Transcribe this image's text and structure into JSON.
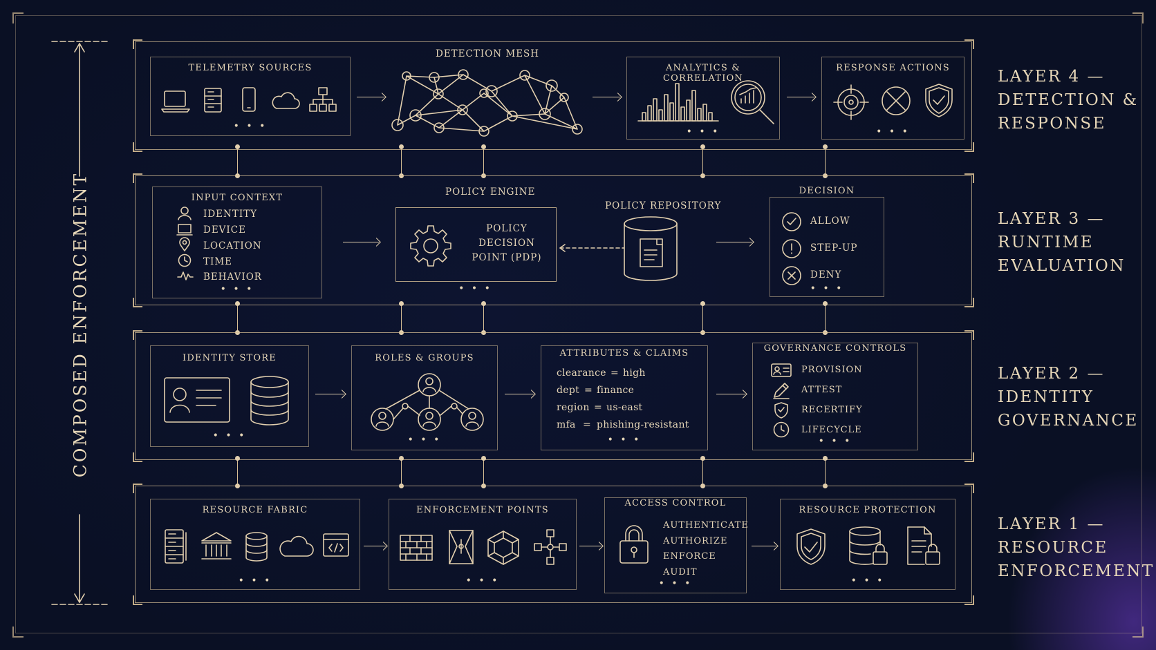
{
  "side_title": "COMPOSED ENFORCEMENT",
  "layers": [
    {
      "label_lines": [
        "LAYER 4 —",
        "DETECTION &",
        "RESPONSE"
      ],
      "boxes": {
        "telemetry": {
          "title": "TELEMETRY SOURCES",
          "icons": [
            "laptop-icon",
            "server-icon",
            "mobile-icon",
            "cloud-icon",
            "network-icon"
          ]
        },
        "mesh": {
          "title": "DETECTION MESH"
        },
        "analytics": {
          "title": "ANALYTICS & CORRELATION",
          "icons": [
            "bar-chart-icon",
            "magnifier-chart-icon"
          ]
        },
        "response": {
          "title": "RESPONSE ACTIONS",
          "icons": [
            "crosshair-icon",
            "block-icon",
            "shield-check-icon"
          ]
        }
      }
    },
    {
      "label_lines": [
        "LAYER 3 —",
        "RUNTIME",
        "EVALUATION"
      ],
      "boxes": {
        "input": {
          "title": "INPUT CONTEXT",
          "items": [
            "IDENTITY",
            "DEVICE",
            "LOCATION",
            "TIME",
            "BEHAVIOR"
          ]
        },
        "engine": {
          "title": "POLICY ENGINE",
          "pdp_lines": [
            "POLICY",
            "DECISION",
            "POINT (PDP)"
          ]
        },
        "repo": {
          "title": "POLICY REPOSITORY"
        },
        "decision": {
          "title": "DECISION",
          "items": [
            "ALLOW",
            "STEP-UP",
            "DENY"
          ]
        }
      }
    },
    {
      "label_lines": [
        "LAYER 2 —",
        "IDENTITY",
        "GOVERNANCE"
      ],
      "boxes": {
        "store": {
          "title": "IDENTITY STORE"
        },
        "roles": {
          "title": "ROLES & GROUPS"
        },
        "attributes": {
          "title": "ATTRIBUTES & CLAIMS",
          "rows": [
            {
              "k": "clearance",
              "v": "high"
            },
            {
              "k": "dept",
              "v": "finance"
            },
            {
              "k": "region",
              "v": "us-east"
            },
            {
              "k": "mfa",
              "v": "phishing-resistant"
            }
          ],
          "eq": "="
        },
        "governance": {
          "title": "GOVERNANCE CONTROLS",
          "items": [
            "PROVISION",
            "ATTEST",
            "RECERTIFY",
            "LIFECYCLE"
          ]
        }
      }
    },
    {
      "label_lines": [
        "LAYER 1 —",
        "RESOURCE",
        "ENFORCEMENT"
      ],
      "boxes": {
        "fabric": {
          "title": "RESOURCE FABRIC"
        },
        "points": {
          "title": "ENFORCEMENT POINTS"
        },
        "access": {
          "title": "ACCESS CONTROL",
          "items": [
            "AUTHENTICATE",
            "AUTHORIZE",
            "ENFORCE",
            "AUDIT"
          ]
        },
        "protection": {
          "title": "RESOURCE PROTECTION"
        }
      }
    }
  ],
  "ellipsis": "• • •",
  "colors": {
    "background": "#0a1024",
    "line": "#d6be94",
    "text": "#e7d7b8",
    "glow": "#6e3cc8"
  }
}
